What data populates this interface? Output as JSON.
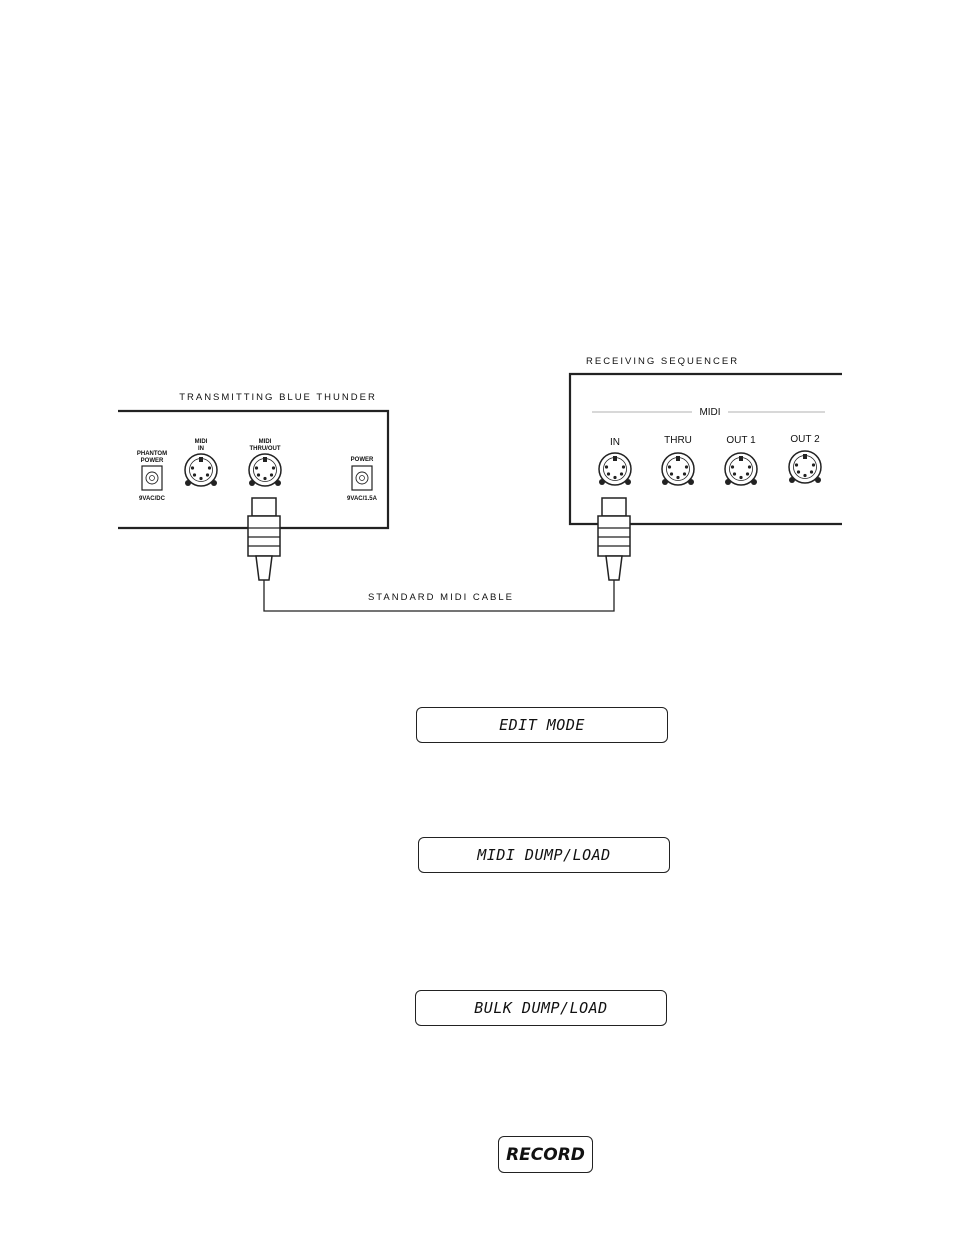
{
  "transmitter": {
    "title": "TRANSMITTING BLUE THUNDER",
    "phantom_power_line1": "PHANTOM",
    "phantom_power_line2": "POWER",
    "phantom_power_rating": "9VAC/DC",
    "midi_in_line1": "MIDI",
    "midi_in_line2": "IN",
    "midi_thru_line1": "MIDI",
    "midi_thru_line2": "THRU/OUT",
    "power_label": "POWER",
    "power_rating": "9VAC/1.5A"
  },
  "receiver": {
    "title": "RECEIVING SEQUENCER",
    "midi_group": "MIDI",
    "ports": [
      "IN",
      "THRU",
      "OUT 1",
      "OUT 2"
    ]
  },
  "cable_label": "STANDARD MIDI CABLE",
  "displays": {
    "edit_mode": "EDIT MODE",
    "midi_dump_load": "MIDI DUMP/LOAD",
    "bulk_dump_load": "BULK DUMP/LOAD",
    "record_button": "RECORD"
  }
}
